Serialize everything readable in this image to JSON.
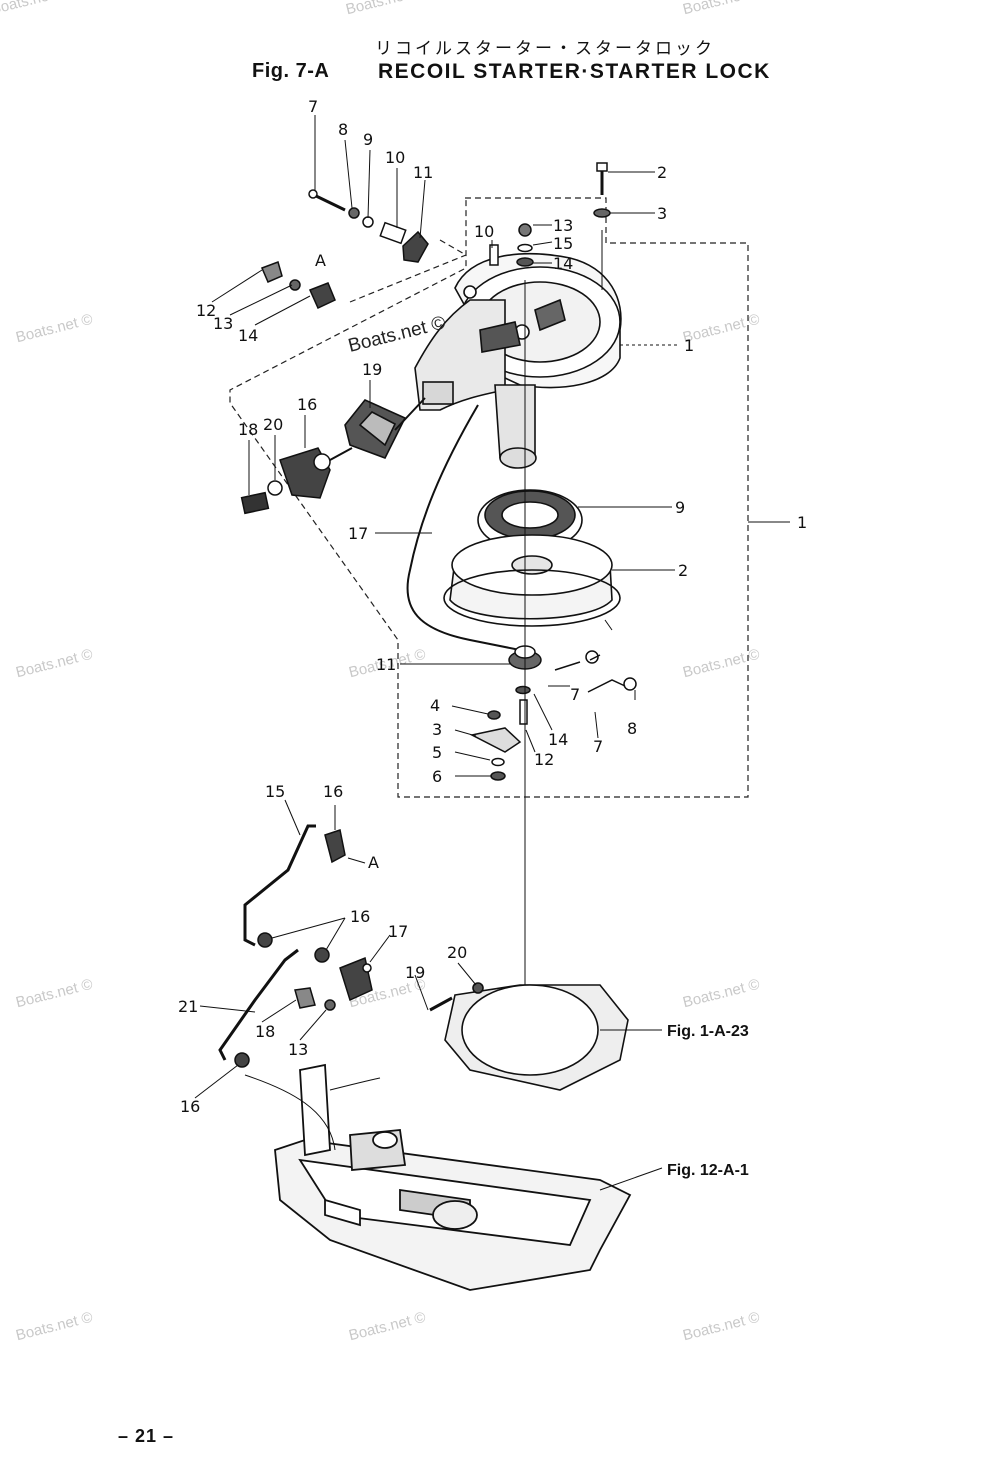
{
  "header": {
    "japanese_title": "リコイルスターター・スタータロック",
    "figure_id": "Fig. 7-A",
    "title": "RECOIL STARTER·STARTER LOCK"
  },
  "page_number": "– 21 –",
  "watermark_text": "Boats.net ©",
  "callouts": {
    "upper": [
      "7",
      "8",
      "9",
      "10",
      "11",
      "2",
      "3",
      "13",
      "15",
      "14",
      "10",
      "A",
      "12",
      "13",
      "14",
      "1",
      "19",
      "16",
      "20",
      "18",
      "9",
      "1",
      "17",
      "2",
      "11",
      "7",
      "8",
      "4",
      "3",
      "14",
      "5",
      "12",
      "7",
      "6"
    ],
    "lower": [
      "15",
      "16",
      "A",
      "16",
      "17",
      "20",
      "19",
      "21",
      "18",
      "13",
      "16"
    ]
  },
  "figure_refs": [
    "Fig. 1-A-23",
    "Fig. 12-A-1"
  ]
}
